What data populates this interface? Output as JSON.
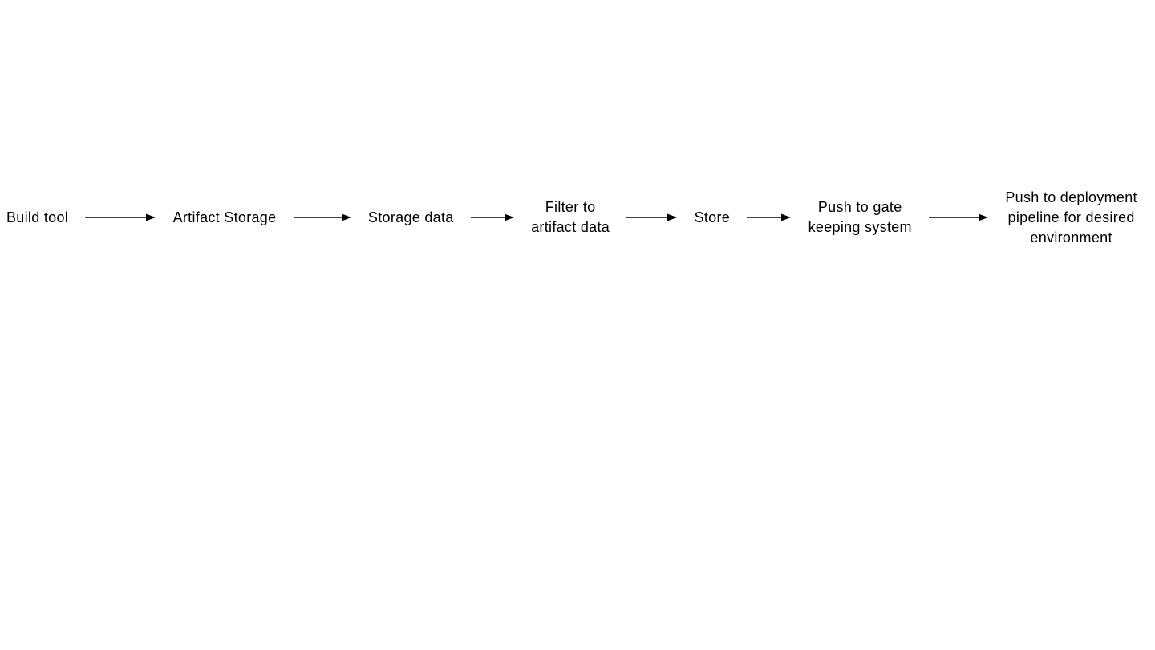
{
  "diagram": {
    "type": "flowchart",
    "direction": "left-to-right",
    "background_color": "#ffffff",
    "text_color": "#000000",
    "arrow_color": "#000000",
    "nodes": [
      {
        "id": "build-tool",
        "label": "Build tool"
      },
      {
        "id": "artifact-storage",
        "label": "Artifact Storage"
      },
      {
        "id": "storage-data",
        "label": "Storage data"
      },
      {
        "id": "filter-to-artifact-data",
        "label": "Filter to\nartifact data"
      },
      {
        "id": "store",
        "label": "Store"
      },
      {
        "id": "push-to-gate-keeping-system",
        "label": "Push to gate\nkeeping system"
      },
      {
        "id": "push-to-deployment-pipeline",
        "label": "Push to deployment\npipeline for desired\nenvironment"
      }
    ],
    "edges": [
      {
        "from": "build-tool",
        "to": "artifact-storage"
      },
      {
        "from": "artifact-storage",
        "to": "storage-data"
      },
      {
        "from": "storage-data",
        "to": "filter-to-artifact-data"
      },
      {
        "from": "filter-to-artifact-data",
        "to": "store"
      },
      {
        "from": "store",
        "to": "push-to-gate-keeping-system"
      },
      {
        "from": "push-to-gate-keeping-system",
        "to": "push-to-deployment-pipeline"
      }
    ]
  }
}
